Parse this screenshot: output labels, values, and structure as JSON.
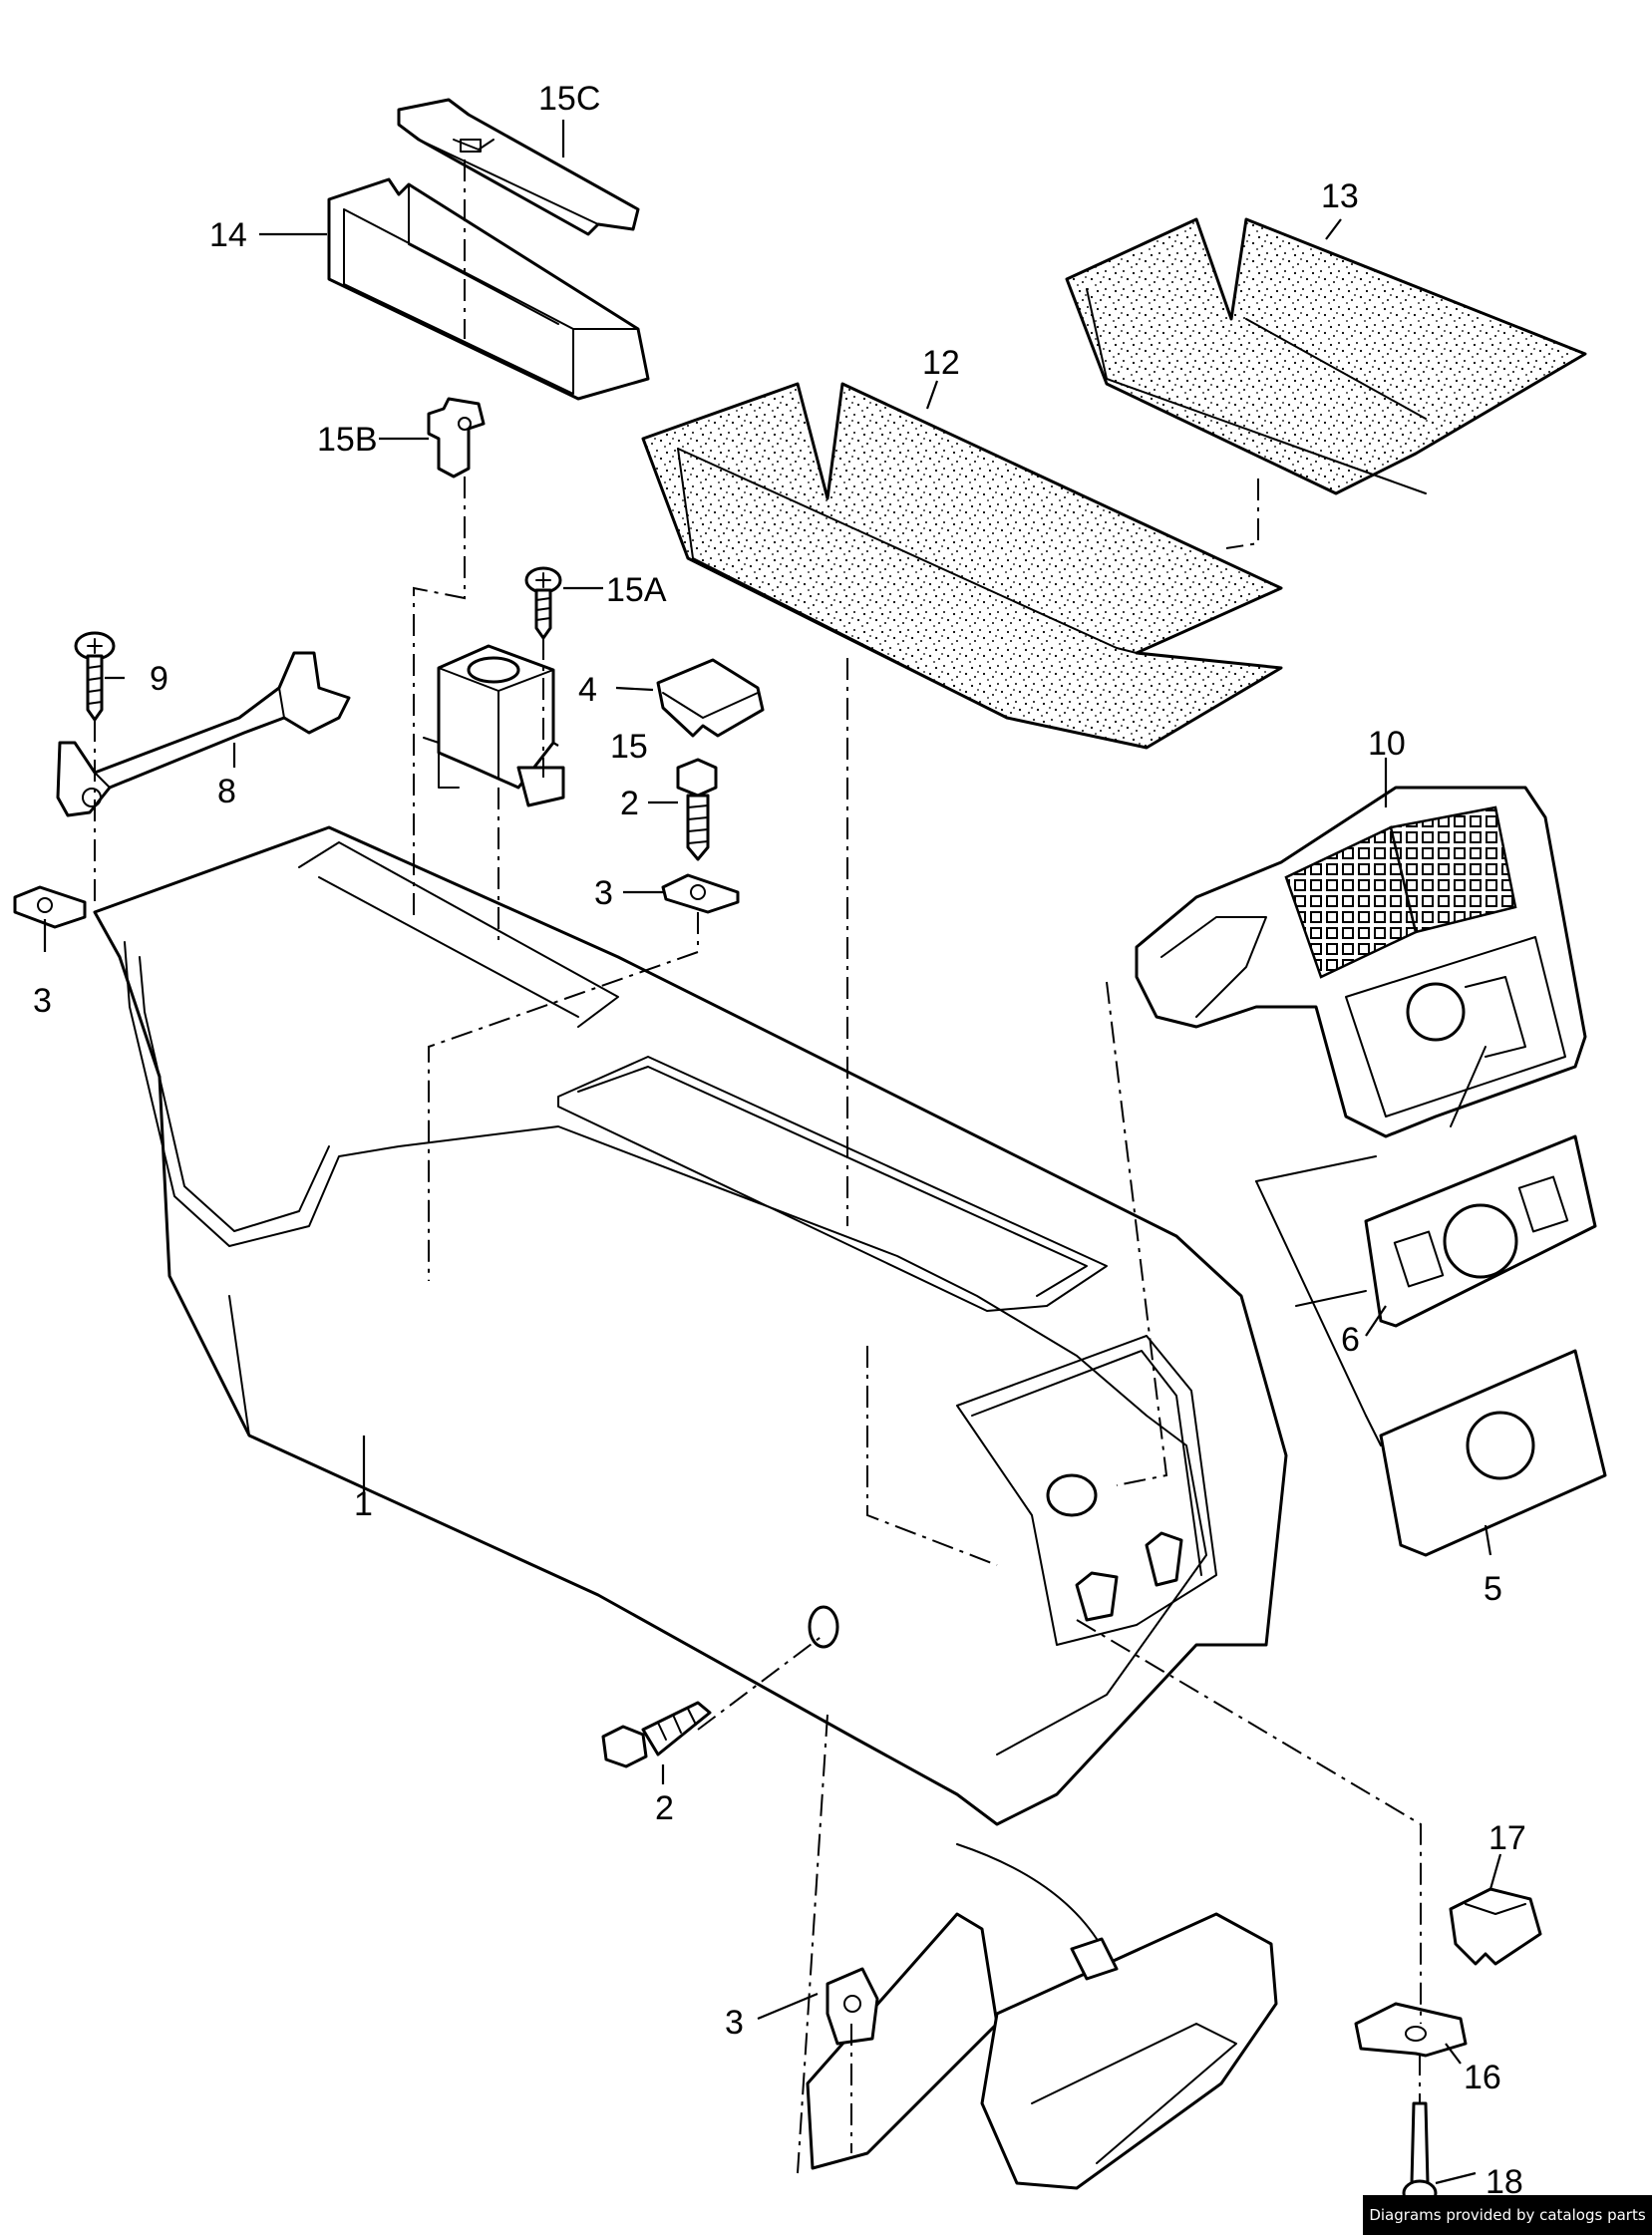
{
  "labels": {
    "l15c": "15C",
    "l14": "14",
    "l13": "13",
    "l12": "12",
    "l15b": "15B",
    "l15a": "15A",
    "l9": "9",
    "l4": "4",
    "l8": "8",
    "l15": "15",
    "l2a": "2",
    "l10": "10",
    "l3a": "3",
    "l3b": "3",
    "l6": "6",
    "l1": "1",
    "l5": "5",
    "l2b": "2",
    "l17": "17",
    "l3c": "3",
    "l16": "16",
    "l18": "18"
  },
  "footer": "Diagrams provided by catalogs parts"
}
